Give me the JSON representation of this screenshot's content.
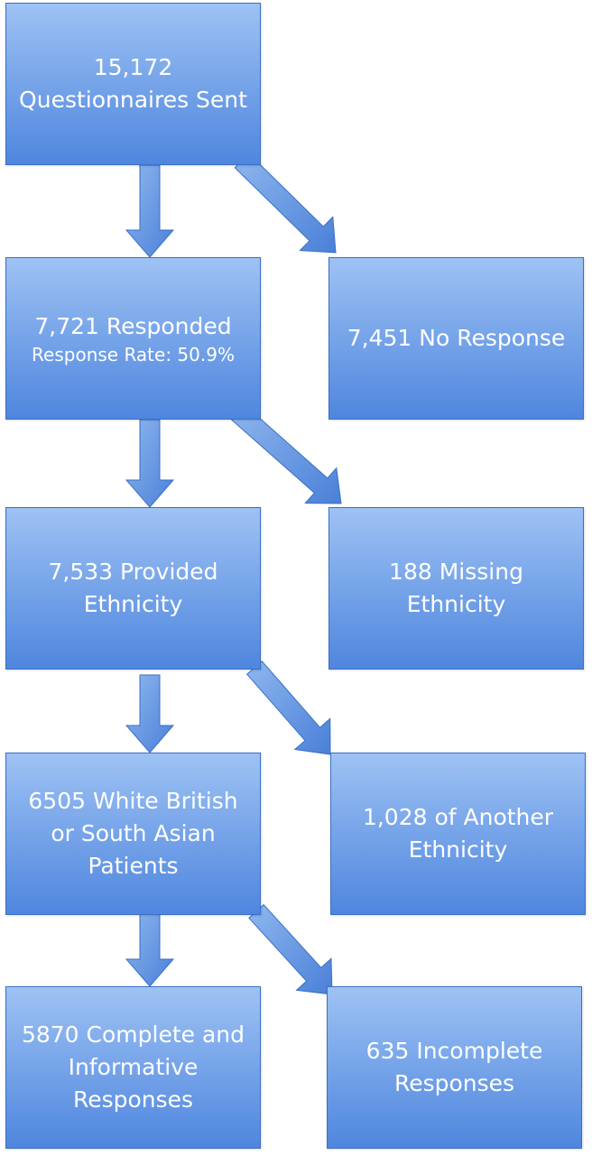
{
  "nodes": {
    "sent": {
      "lines": [
        "15,172",
        "Questionnaires Sent"
      ]
    },
    "responded": {
      "lines": [
        "7,721 Responded"
      ],
      "subline": "Response Rate: 50.9%"
    },
    "no_response": {
      "lines": [
        "7,451 No Response"
      ]
    },
    "provided_ethnicity": {
      "lines": [
        "7,533 Provided",
        "Ethnicity"
      ]
    },
    "missing_ethnicity": {
      "lines": [
        "188 Missing",
        "Ethnicity"
      ]
    },
    "white_south_asian": {
      "lines": [
        "6505 White British",
        "or South Asian",
        "Patients"
      ]
    },
    "another_ethnicity": {
      "lines": [
        "1,028 of Another",
        "Ethnicity"
      ]
    },
    "complete": {
      "lines": [
        "5870 Complete and",
        "Informative",
        "Responses"
      ]
    },
    "incomplete": {
      "lines": [
        "635 Incomplete",
        "Responses"
      ]
    }
  },
  "colors": {
    "box_top": "#9ec2f4",
    "box_bottom": "#4f86de",
    "box_border": "#3a6fc4",
    "arrow_top": "#8fb7ef",
    "arrow_bottom": "#4a80d8",
    "text": "#ffffff"
  }
}
